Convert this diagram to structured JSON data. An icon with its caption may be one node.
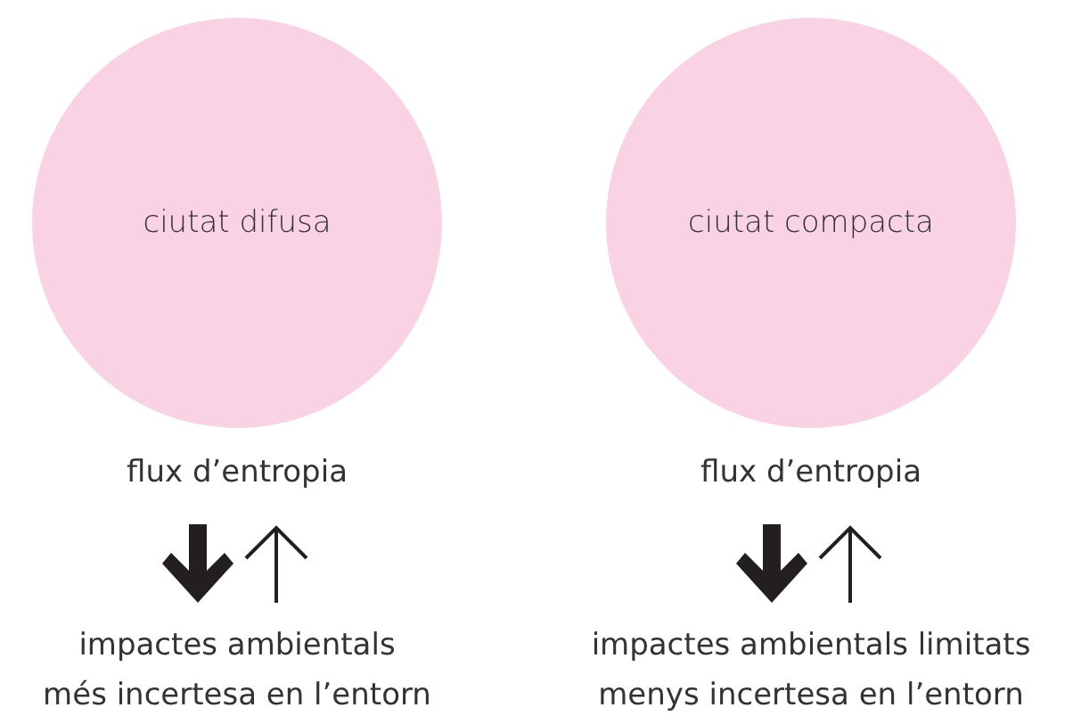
{
  "diagram": {
    "nodes": [
      {
        "text": [
          "ciutat difusa"
        ],
        "beside": [
          "flux d’entropia",
          "impactes ambientals",
          "més incertesa en l’entorn"
        ]
      },
      {
        "text": [
          "ciutat compacta"
        ],
        "beside": [
          "flux d’entropia",
          "impactes ambientals limitats",
          "menys incertesa en l’entorn"
        ]
      }
    ],
    "edges": []
  }
}
